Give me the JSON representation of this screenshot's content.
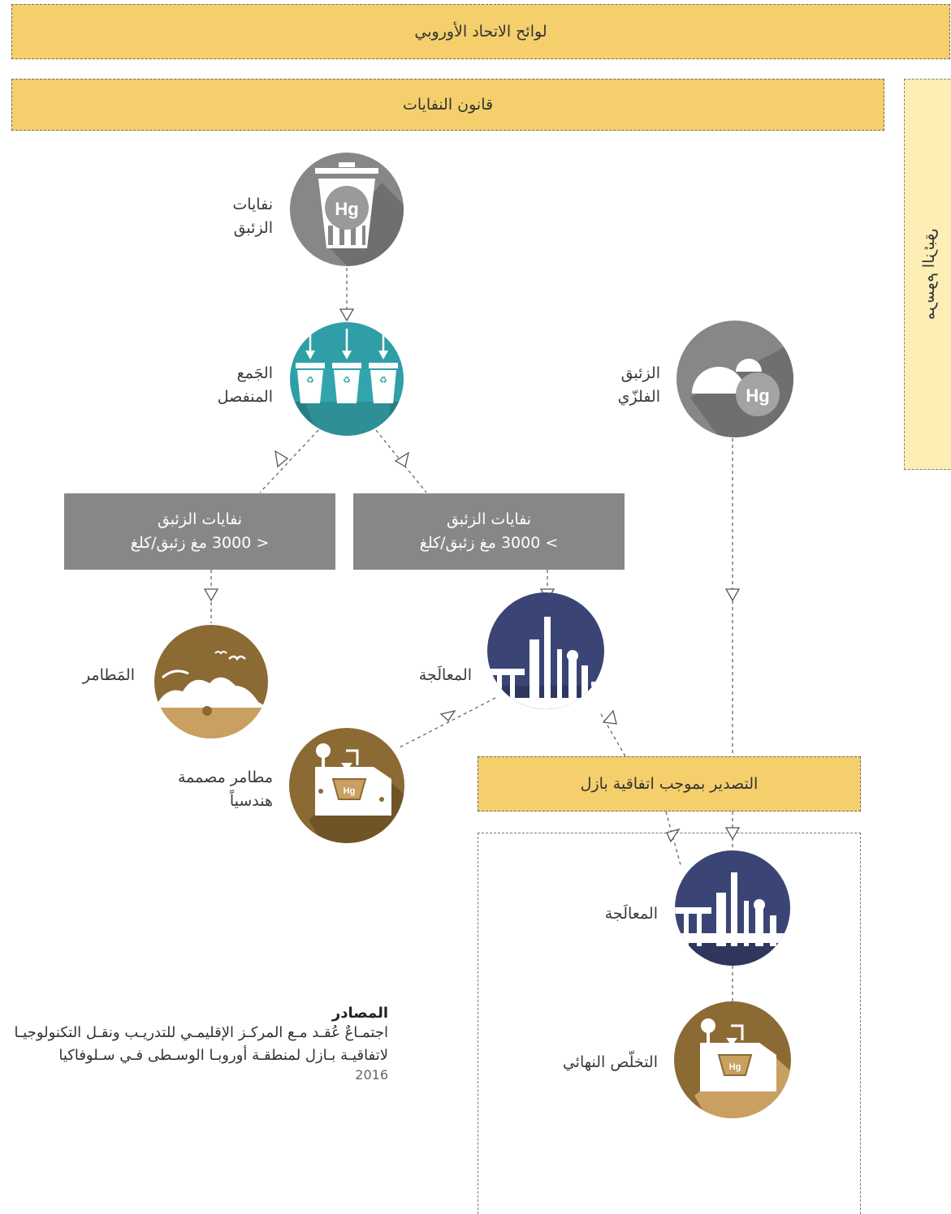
{
  "bands": {
    "eu_regulations": "لوائح الاتحاد الأوروبي",
    "waste_law": "قانون النفايات",
    "basel_export": "التصدير بموجب اتفاقية بازل",
    "side_note": "مرسوم الزئبق"
  },
  "nodes": {
    "mercury_waste": "نفايات الزئبق",
    "separate_collection": "الجَمع المنفصل",
    "metallic_mercury": "الزئبق الفلزّي",
    "landfills": "المَطامر",
    "treatment": "المعالَجة",
    "engineered_landfills": "مطامر مصممة هندسياً",
    "treatment_abroad": "المعالَجة",
    "final_disposal": "التخلّص النهائي"
  },
  "boxes": {
    "low": {
      "line1": "نفايات الزئبق",
      "line2": "< 3000 مغ زئبق/كلغ"
    },
    "high": {
      "line1": "نفايات الزئبق",
      "line2": "> 3000 مغ زئبق/كلغ"
    }
  },
  "icons": {
    "mercury": "Hg",
    "mercury_waste": "trash-bin-icon",
    "separate_collection": "recycling-bins-icon",
    "metallic_mercury": "mercury-droplets-icon",
    "landfills": "landfill-icon",
    "treatment": "refinery-icon",
    "disposal": "underground-storage-icon"
  },
  "sources": {
    "heading": "المصادر",
    "line1": "اجتمـاعٌ عُقـد مـع المركـز الإقليمـي للتدريـب ونقـل التكنولوجيـا",
    "line2": "لاتفاقيـة بـازل لمنطقـة أوروبـا الوسـطى فـي سـلوفاكيا",
    "year": "2016"
  },
  "colors": {
    "band": "#f4cf6b",
    "band_light": "#fdeeb6",
    "grey": "#878787",
    "teal": "#2f9ea6",
    "navy": "#3b4575",
    "brown": "#8c6a34",
    "sand": "#c9a061"
  }
}
